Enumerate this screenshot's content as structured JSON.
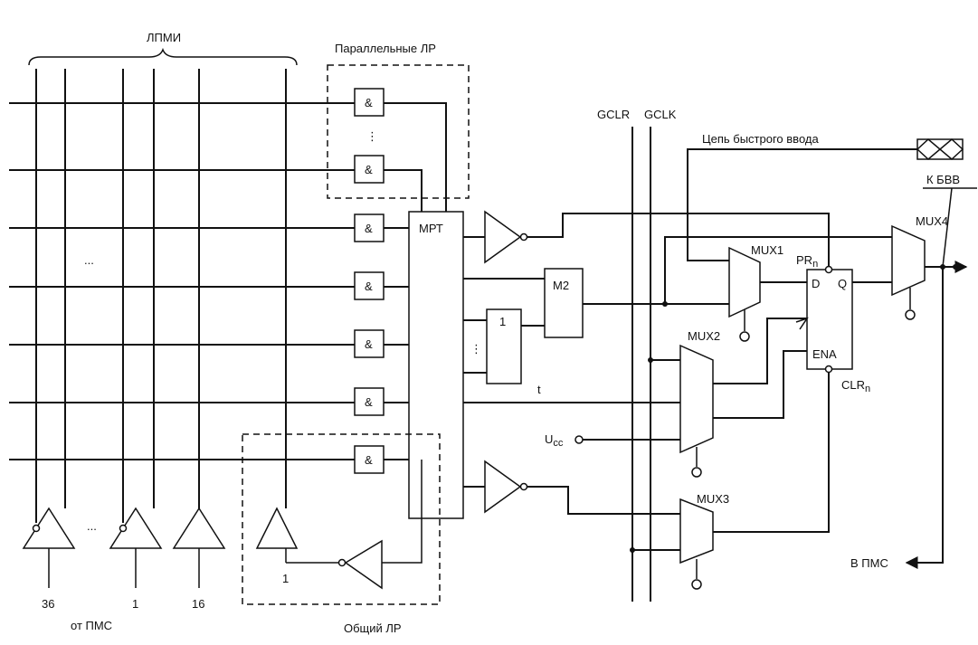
{
  "labels": {
    "lpmi": "ЛПМИ",
    "parallel_lr": "Параллельные ЛР",
    "gclr": "GCLR",
    "gclk": "GCLK",
    "fast_input": "Цепь быстрого ввода",
    "k_bvv": "К БВВ",
    "mux1": "MUX1",
    "mux2": "MUX2",
    "mux3": "MUX3",
    "mux4": "MUX4",
    "mpt": "МРТ",
    "m2": "M2",
    "or_gate": "1",
    "and_sym": "&",
    "pr": "PR",
    "pr_sub": "n",
    "d": "D",
    "q": "Q",
    "ena": "ENA",
    "clr": "CLR",
    "clr_sub": "n",
    "t": "t",
    "ucc": "U",
    "ucc_sub": "cc",
    "v_pms": "В ПМС",
    "from_pms": "от ПМС",
    "common_lr": "Общий ЛР",
    "n36": "36",
    "n1": "1",
    "n16": "16",
    "inv_one": "1",
    "dots_h": "...",
    "dots_v": "⋮"
  }
}
